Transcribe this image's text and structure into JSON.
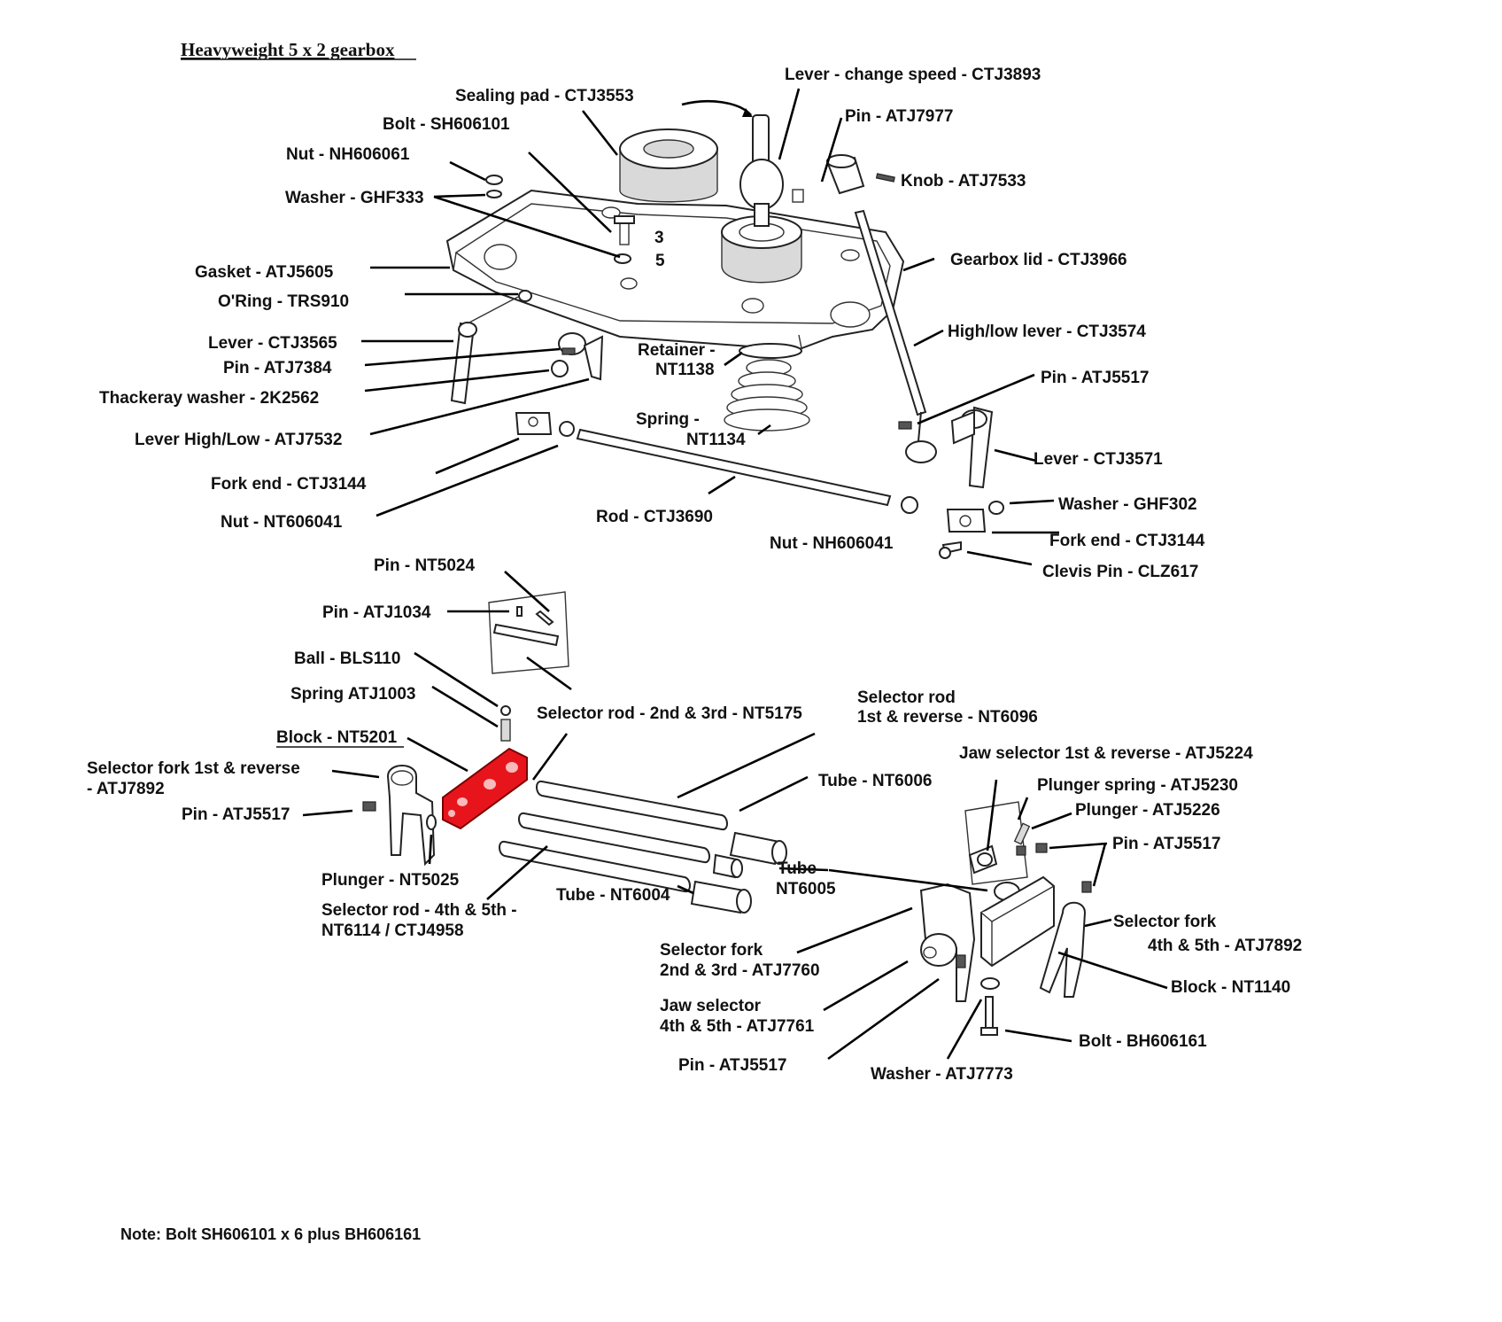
{
  "title": "Heavyweight 5 x 2 gearbox",
  "note": "Note: Bolt SH606101 x 6 plus BH606161",
  "highlight_color": "#e8141c",
  "labels": {
    "lever_change_speed": "Lever - change speed - CTJ3893",
    "sealing_pad": "Sealing pad - CTJ3553",
    "bolt_sh": "Bolt - SH606101",
    "pin_atj7977": "Pin - ATJ7977",
    "nut_nh606061": "Nut - NH606061",
    "knob": "Knob - ATJ7533",
    "washer_ghf333": "Washer - GHF333",
    "num_3": "3",
    "num_5": "5",
    "gasket": "Gasket - ATJ5605",
    "gearbox_lid": "Gearbox lid - CTJ3966",
    "oring": "O'Ring - TRS910",
    "lever_ctj3565": "Lever -  CTJ3565",
    "high_low_lever": "High/low lever - CTJ3574",
    "pin_atj7384": "Pin - ATJ7384",
    "retainer_a": "Retainer -",
    "retainer_b": "NT1138",
    "thackeray": "Thackeray washer - 2K2562",
    "pin_atj5517_top": "Pin - ATJ5517",
    "spring_a": "Spring -",
    "spring_b": "NT1134",
    "lever_high_low": "Lever High/Low - ATJ7532",
    "lever_ctj3571": "Lever - CTJ3571",
    "fork_end_left": "Fork end - CTJ3144",
    "washer_ghf302": "Washer - GHF302",
    "rod": "Rod - CTJ3690",
    "nut_nt606041": "Nut - NT606041",
    "fork_end_right": "Fork end - CTJ3144",
    "nut_nh606041": "Nut - NH606041",
    "clevis_pin": "Clevis Pin - CLZ617",
    "pin_nt5024": "Pin - NT5024",
    "pin_atj1034": "Pin - ATJ1034",
    "ball": "Ball - BLS110",
    "selector_rod_1st_a": "Selector rod",
    "selector_rod_1st_b": "1st & reverse - NT6096",
    "spring_atj1003": "Spring ATJ1003",
    "selector_rod_2nd": "Selector rod - 2nd & 3rd - NT5175",
    "block_nt5201": "Block - NT5201",
    "jaw_selector_1st": "Jaw selector 1st & reverse - ATJ5224",
    "selector_fork_1st_a": "Selector fork 1st & reverse",
    "selector_fork_1st_b": "- ATJ7892",
    "tube_nt6006": "Tube - NT6006",
    "plunger_spring": "Plunger spring - ATJ5230",
    "pin_atj5517_left": "Pin - ATJ5517",
    "plunger_atj5226": "Plunger - ATJ5226",
    "pin_atj5517_right": "Pin - ATJ5517",
    "tube_nt6005_a": "Tube",
    "tube_nt6005_b": "NT6005",
    "plunger_nt5025": "Plunger - NT5025",
    "tube_nt6004": "Tube - NT6004",
    "selector_rod_4th_a": "Selector rod - 4th & 5th -",
    "selector_rod_4th_b": "NT6114 / CTJ4958",
    "selector_fork_4th_a": "Selector fork",
    "selector_fork_4th_b": "4th & 5th  - ATJ7892",
    "selector_fork_2nd_a": "Selector fork",
    "selector_fork_2nd_b": "2nd & 3rd - ATJ7760",
    "block_nt1140": "Block - NT1140",
    "jaw_selector_4th_a": "Jaw selector",
    "jaw_selector_4th_b": "4th & 5th - ATJ7761",
    "bolt_bh": "Bolt - BH606161",
    "pin_atj5517_bottom": "Pin - ATJ5517",
    "washer_atj7773": "Washer - ATJ7773"
  }
}
